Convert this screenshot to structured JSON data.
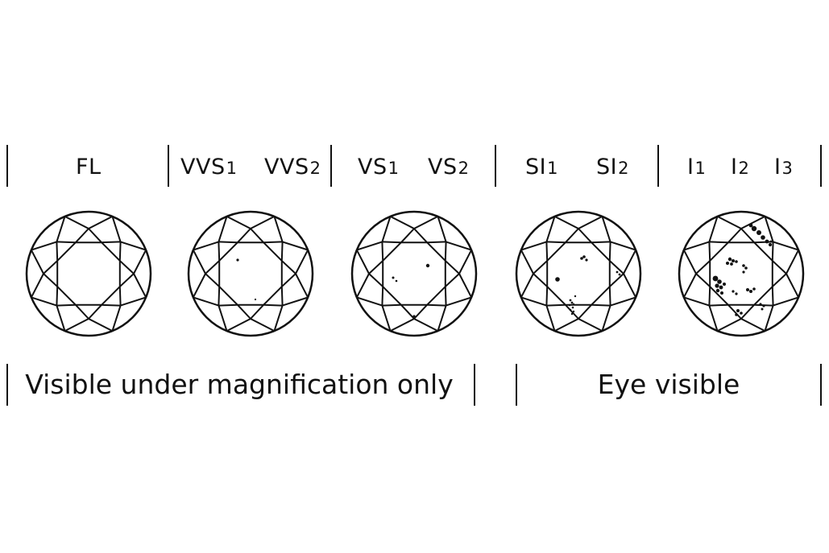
{
  "grades": [
    {
      "name": "FL",
      "sub": ""
    },
    {
      "name": "VVS",
      "sub": "1"
    },
    {
      "name": "VVS",
      "sub": "2"
    },
    {
      "name": "VS",
      "sub": "1"
    },
    {
      "name": "VS",
      "sub": "2"
    },
    {
      "name": "SI",
      "sub": "1"
    },
    {
      "name": "SI",
      "sub": "2"
    },
    {
      "name": "I",
      "sub": "1"
    },
    {
      "name": "I",
      "sub": "2"
    },
    {
      "name": "I",
      "sub": "3"
    }
  ],
  "captions": {
    "magnification": "Visible under magnification only",
    "eye": "Eye visible"
  }
}
